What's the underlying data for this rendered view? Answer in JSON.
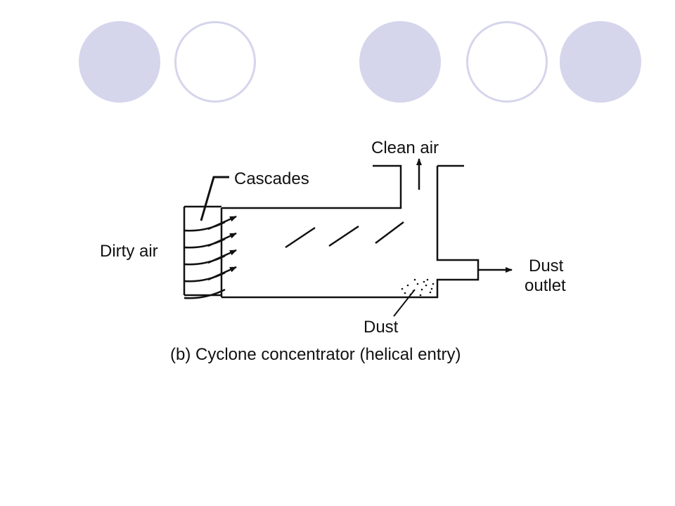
{
  "decor": {
    "circles": [
      "filled",
      "ring",
      "filled",
      "ring",
      "filled"
    ],
    "accent_color": "#d5d5ec"
  },
  "diagram": {
    "labels": {
      "clean_air": "Clean air",
      "cascades": "Cascades",
      "dirty_air": "Dirty air",
      "dust_outlet_line1": "Dust",
      "dust_outlet_line2": "outlet",
      "dust": "Dust"
    },
    "caption": "(b) Cyclone concentrator (helical entry)"
  }
}
